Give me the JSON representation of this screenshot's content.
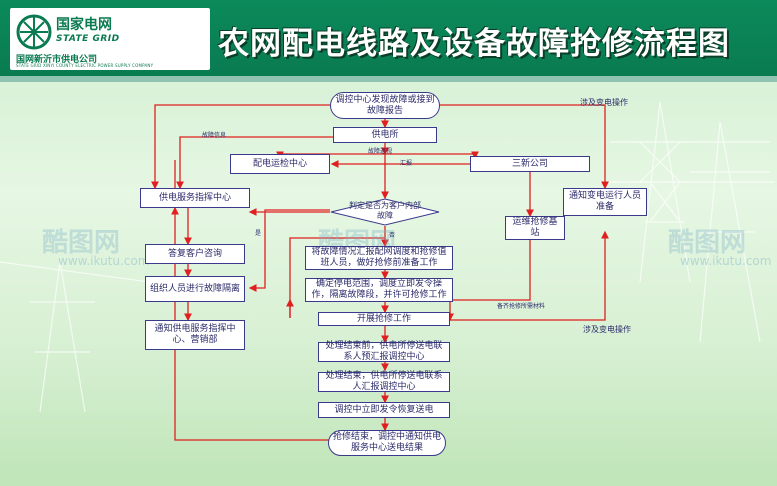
{
  "header": {
    "logo_cn": "国家电网",
    "logo_en": "STATE GRID",
    "company_cn": "国网新沂市供电公司",
    "company_en": "STATE GRID XINYI COUNTY ELECTRIC POWER SUPPLY COMPANY",
    "title": "农网配电线路及设备故障抢修流程图"
  },
  "nodes": {
    "start": "调控中心发现故障或接到故障报告",
    "gongdiansuo": "供电所",
    "peidian": "配电运检中心",
    "sanxin": "三新公司",
    "gongdian_fuwu": "供电服务指挥中心",
    "judge": "判定是否为客户内部故障",
    "tongzhi_biandian": "通知变电运行人员准备",
    "dafu": "答复客户咨询",
    "yunwei": "运维抢修基站",
    "zuzhi": "组织人员进行故障隔离",
    "tongzhi_fuwu": "通知供电服务指挥中心、营销部",
    "report_step": "将故障情况汇报配网调度和抢修值班人员，做好抢修前准备工作",
    "confirm_step": "确定停电范围，调度立即发令操作，隔离故障段，并许可抢修工作",
    "kaizhan": "开展抢修工作",
    "before_end": "处理结束前，供电所停送电联系人预汇报调控中心",
    "after_end": "处理结束，供电所停送电联系人汇报调控中心",
    "restore": "调控中立即发令恢复送电",
    "end": "抢修结束，调控中通知供电服务中心送电结果"
  },
  "labels": {
    "fault_info": "故障信息",
    "fault_handle": "故障巡视",
    "report": "汇报",
    "yes": "是",
    "no": "否",
    "prepare_materials": "备齐抢修所需材料",
    "substation_op_top": "涉及变电操作",
    "substation_op_mid": "涉及变电操作"
  },
  "watermark": {
    "brand": "酷图网",
    "url": "www.ikutu.com"
  },
  "colors": {
    "header_green": "#0a7a50",
    "arrow_red": "#e02020",
    "box_border": "#3a3a8c",
    "text_navy": "#2b2b6a"
  }
}
